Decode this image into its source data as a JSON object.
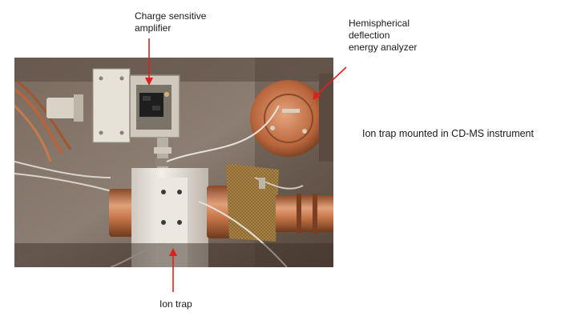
{
  "annotations": {
    "charge_amp": "Charge sensitive\namplifier",
    "analyzer": "Hemispherical\ndeflection\nenergy analyzer",
    "caption": "Ion trap mounted in CD-MS instrument",
    "ion_trap": "Ion trap"
  },
  "colors": {
    "arrow": "#e02020",
    "copper": "#c9774a",
    "white_block": "#e9e5df",
    "background": "#ffffff"
  }
}
